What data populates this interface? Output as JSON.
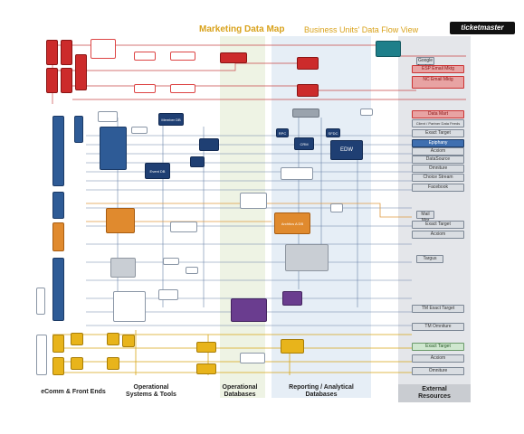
{
  "header": {
    "title": "Marketing Data Map",
    "subtitle": "Business Units' Data Flow View",
    "logo_text": "ticketmaster"
  },
  "colors": {
    "title": "#d9a21b",
    "subtitle": "#d9a21b",
    "red_system": "#cc2b2b",
    "blue_system": "#2e5b96",
    "orange_system": "#e08a2e",
    "yellow_system": "#e8b41b",
    "purple_system": "#6a3d8f"
  },
  "bottom_labels": {
    "ecomm": "eComm & Front Ends",
    "operational_systems": "Operational\nSystems & Tools",
    "operational_db": "Operational\nDatabases",
    "reporting": "Reporting / Analytical\nDatabases",
    "external": "External\nResources"
  },
  "nodes": {
    "central": "EDW",
    "crm": "CRM",
    "member_db": "Member DB",
    "event_db": "Event DB",
    "archtics": "Archtics A DB",
    "rpc": "RPC",
    "sfdc": "SFDC",
    "edw_cls": "EDW"
  },
  "external": {
    "e1": "Google Analytics",
    "e2": "ESP Email Mktg",
    "e3": "NC Email Mktg",
    "e4": "Data Mart",
    "e5": "Client / Partner Data Feeds",
    "e6": "Exact Target",
    "e7": "Epiphany",
    "e8": "Acxiom",
    "e9": "DataSource",
    "e10": "Omniture",
    "e11": "Choice Stream",
    "e12": "Facebook",
    "e13": "Mail Mgr",
    "e14": "Exact Target",
    "e15": "Acxiom",
    "e16": "Targus",
    "e17": "TM Exact Target",
    "e18": "TM Omniture",
    "e19": "Exact Target",
    "e20": "Acxiom",
    "e21": "Omniture"
  }
}
